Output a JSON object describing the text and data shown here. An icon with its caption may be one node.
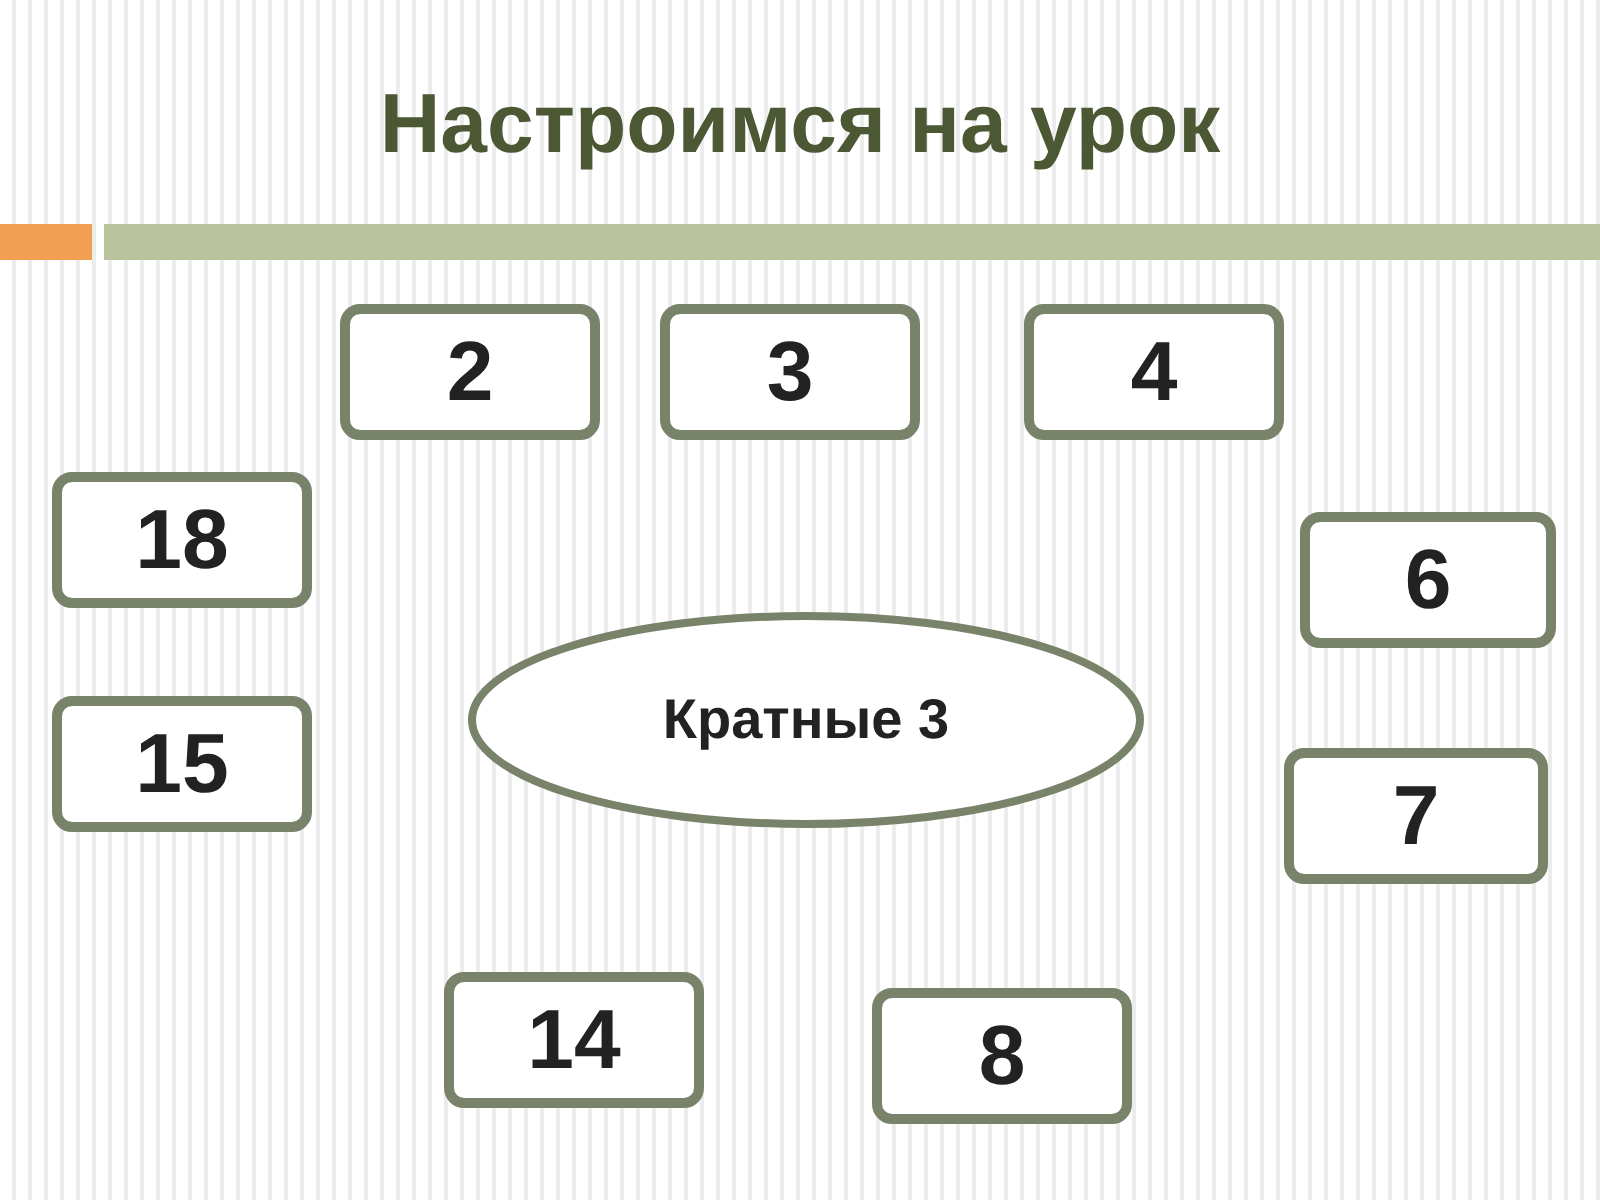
{
  "diagram": {
    "title": "Настроимся на урок",
    "nodes": [
      {
        "text": [
          "2"
        ]
      },
      {
        "text": [
          "3"
        ]
      },
      {
        "text": [
          "4"
        ]
      },
      {
        "text": [
          "18"
        ]
      },
      {
        "text": [
          "6"
        ]
      },
      {
        "text": [
          "Кратные 3"
        ]
      },
      {
        "text": [
          "15"
        ]
      },
      {
        "text": [
          "7"
        ]
      },
      {
        "text": [
          "14"
        ]
      },
      {
        "text": [
          "8"
        ]
      }
    ],
    "edges": []
  }
}
